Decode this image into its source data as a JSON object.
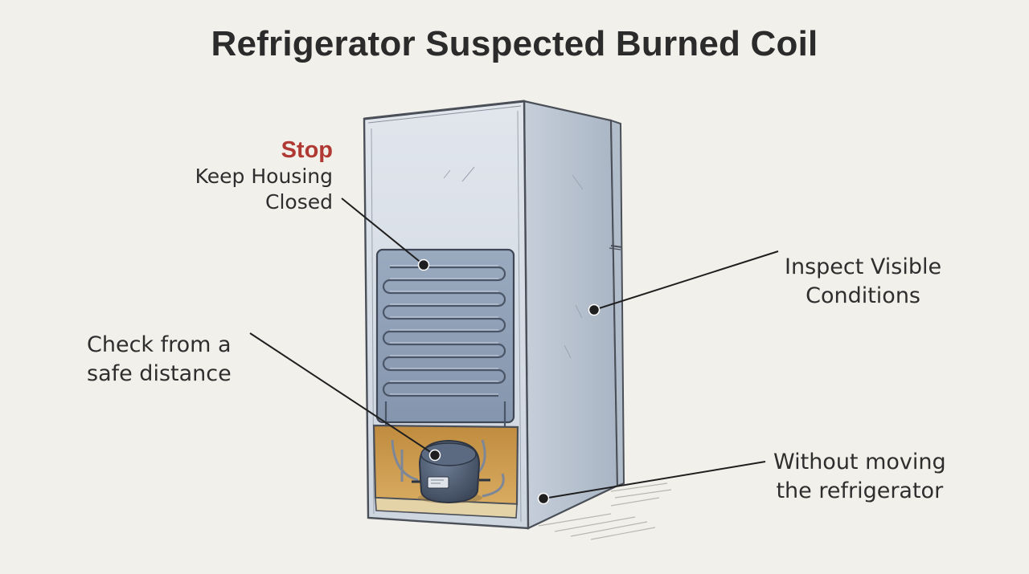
{
  "title": "Refrigerator Suspected Burned Coil",
  "callouts": {
    "stop": {
      "heading": "Stop",
      "line1": "Keep Housing",
      "line2": "Closed"
    },
    "check": {
      "line1": "Check from a",
      "line2": "safe distance"
    },
    "inspect": {
      "line1": "Inspect Visible",
      "line2": "Conditions"
    },
    "without": {
      "line1": "Without moving",
      "line2": "the refrigerator"
    }
  },
  "colors": {
    "background": "#f1f0ea",
    "title": "#2b2b2b",
    "stop": "#b03a33",
    "body_front": "#d4dbe4",
    "body_side": "#b9c4d1",
    "coil_panel": "#8c9db3",
    "compartment": "#c99a4c",
    "compressor": "#4b5a70"
  },
  "icons": {
    "appliance": "refrigerator-illustration",
    "part_coil": "condenser-coil",
    "part_compressor": "compressor"
  }
}
